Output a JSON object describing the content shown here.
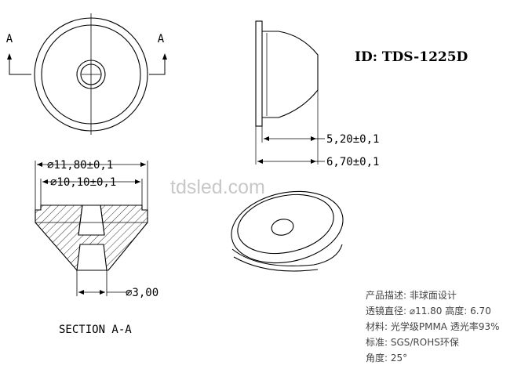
{
  "drawing": {
    "id_label": "ID: TDS-1225D",
    "watermark": "tdsled.com",
    "section_marks": {
      "left": "A",
      "right": "A"
    },
    "section_title": "SECTION A-A",
    "dims": {
      "outer_diameter": "⌀11,80±0,1",
      "inner_diameter": "⌀10,10±0,1",
      "bottom_diameter": "⌀3,00",
      "height_body": "5,20±0,1",
      "height_total": "6,70±0,1"
    },
    "specs": [
      "产品描述: 非球面设计",
      "透镜直径: ⌀11.80 高度: 6.70",
      "材料: 光学级PMMA 透光率93%",
      "标准: SGS/ROHS环保",
      "角度: 25°"
    ]
  },
  "colors": {
    "line": "#000000",
    "spec_text": "#444444",
    "watermark": "#c8c8c8"
  }
}
